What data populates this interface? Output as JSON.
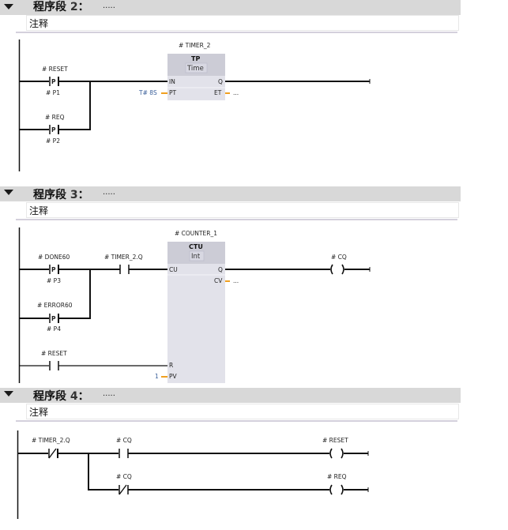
{
  "segments": [
    {
      "title": "程序段 2：",
      "title_prefix": "程序段",
      "number": "2",
      "title_suffix": "：",
      "dots": ".....",
      "comment": "注释",
      "block": {
        "instance": "# TIMER_2",
        "type": "TP",
        "datatype": "Time",
        "pins": {
          "in": "IN",
          "pt": "PT",
          "q": "Q",
          "et": "ET"
        },
        "pt_value": "T# 8S",
        "et_value": "..."
      },
      "contacts": [
        {
          "operand": "# RESET",
          "type": "P",
          "edge_mem": "# P1"
        },
        {
          "operand": "# REQ",
          "type": "P",
          "edge_mem": "# P2"
        }
      ]
    },
    {
      "title": "程序段 3：",
      "title_prefix": "程序段",
      "number": "3",
      "title_suffix": "：",
      "dots": ".....",
      "comment": "注释",
      "block": {
        "instance": "# COUNTER_1",
        "type": "CTU",
        "datatype": "Int",
        "pins": {
          "cu": "CU",
          "r": "R",
          "pv": "PV",
          "q": "Q",
          "cv": "CV"
        },
        "pv_value": "1",
        "cv_value": "..."
      },
      "contacts": [
        {
          "operand": "# DONE60",
          "type": "P",
          "edge_mem": "# P3"
        },
        {
          "operand": "# ERROR60",
          "type": "P",
          "edge_mem": "# P4"
        },
        {
          "operand": "# TIMER_2.Q",
          "type": "NO"
        },
        {
          "operand": "# RESET",
          "type": "NO"
        }
      ],
      "coils": [
        {
          "operand": "# CQ"
        }
      ]
    },
    {
      "title": "程序段 4：",
      "title_prefix": "程序段",
      "number": "4",
      "title_suffix": "：",
      "dots": ".....",
      "comment": "注释",
      "contacts": [
        {
          "operand": "# TIMER_2.Q",
          "type": "NC"
        },
        {
          "operand": "# CQ",
          "type": "NO"
        },
        {
          "operand": "# CQ",
          "type": "NC"
        }
      ],
      "coils": [
        {
          "operand": "# RESET"
        },
        {
          "operand": "# REQ"
        }
      ]
    }
  ],
  "colors": {
    "header_bg": "#d8d8d8",
    "block_bg": "#e2e2ea",
    "block_header": "#ccccd6",
    "param_wire": "#f0a020",
    "param_text": "#3a5f9a"
  }
}
